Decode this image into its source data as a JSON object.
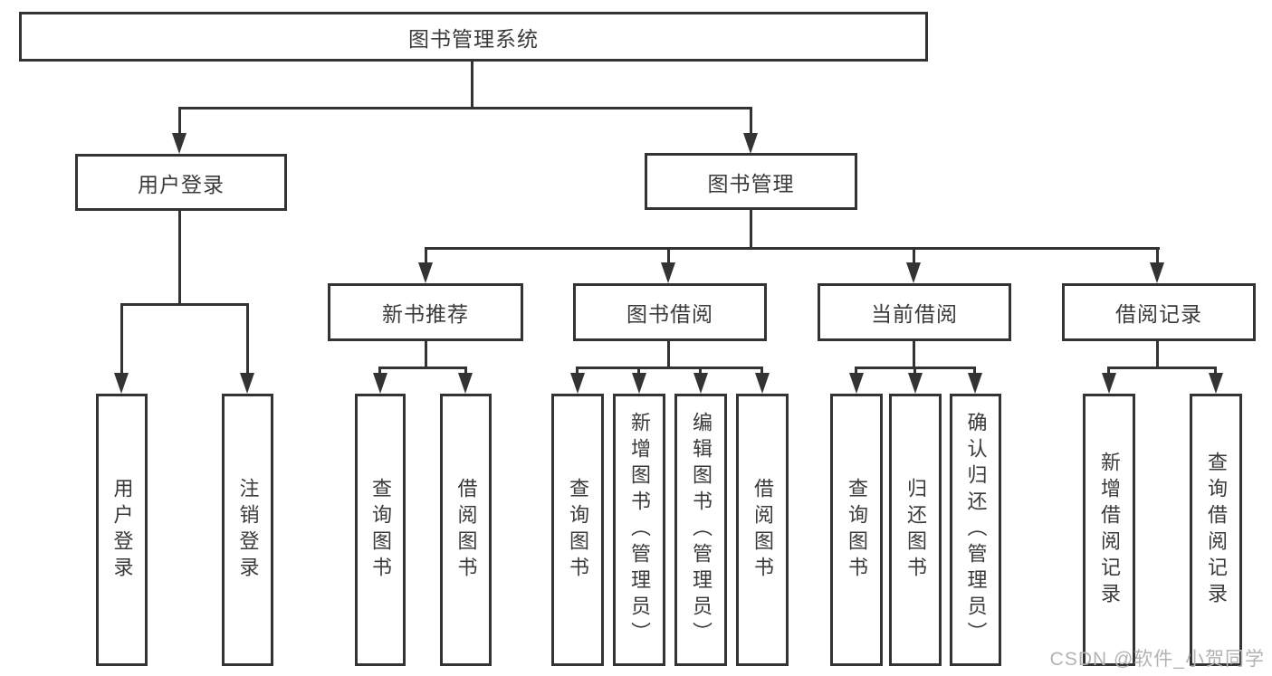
{
  "root": {
    "label": "图书管理系统"
  },
  "branches": [
    {
      "label": "用户登录",
      "children": [
        "用户登录",
        "注销登录"
      ]
    },
    {
      "label": "图书管理",
      "children": [
        {
          "label": "新书推荐",
          "children": [
            "查询图书",
            "借阅图书"
          ]
        },
        {
          "label": "图书借阅",
          "children": [
            "查询图书",
            "新增图书（管理员）",
            "编辑图书（管理员）",
            "借阅图书"
          ]
        },
        {
          "label": "当前借阅",
          "children": [
            "查询图书",
            "归还图书",
            "确认归还（管理员）"
          ]
        },
        {
          "label": "借阅记录",
          "children": [
            "新增借阅记录",
            "查询借阅记录"
          ]
        }
      ]
    }
  ],
  "watermark": "CSDN @软件_小贺同学",
  "colors": {
    "line": "#333333",
    "text": "#3a3a3a",
    "watermark": "#b3b3b3",
    "background": "#ffffff"
  }
}
